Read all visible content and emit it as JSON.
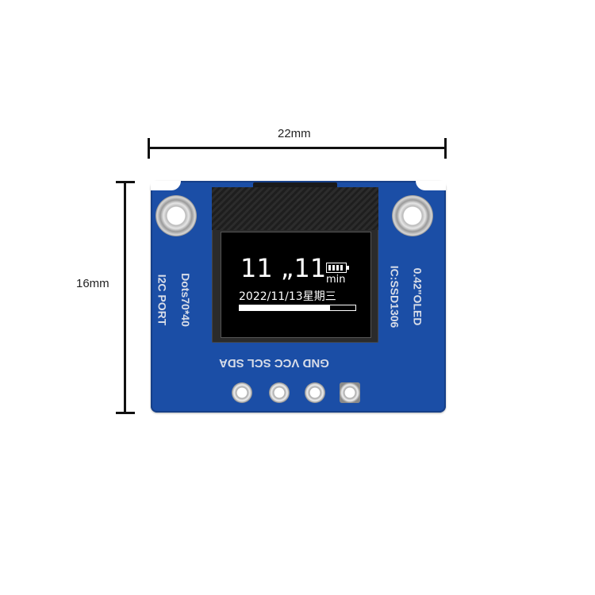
{
  "dimensions": {
    "width_label": "22mm",
    "height_label": "16mm"
  },
  "board": {
    "pin_labels": "GND VCC SCL SDA",
    "left_label_1": "I2C PORT",
    "left_label_2": "Dots70*40",
    "right_label_1": "IC:SSD1306",
    "right_label_2": "0.42\"OLED"
  },
  "screen": {
    "time": "11 „11",
    "unit": "min",
    "date": "2022/11/13星期三",
    "progress": 0.78,
    "battery_icon": "battery-full-icon"
  },
  "colors": {
    "pcb": "#1b4ea6",
    "screen_bg": "#000000",
    "screen_fg": "#ffffff"
  }
}
